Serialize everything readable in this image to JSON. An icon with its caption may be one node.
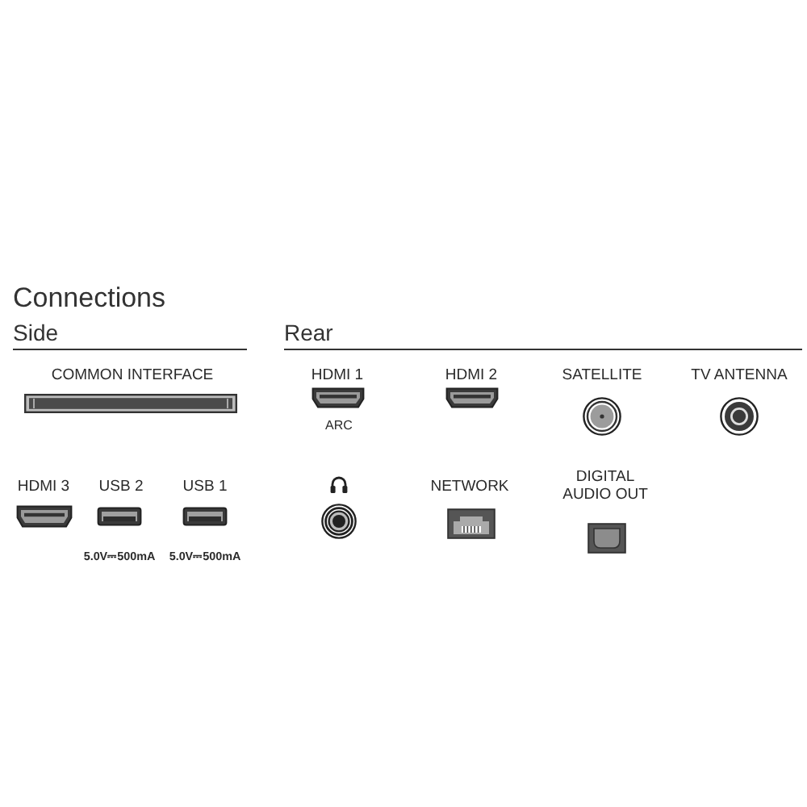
{
  "diagram": {
    "title": "Connections",
    "labels": [
      "Side",
      "Rear",
      "COMMON INTERFACE",
      "HDMI 1",
      "HDMI 2",
      "SATELLITE",
      "TV ANTENNA",
      "ARC",
      "HDMI 3",
      "USB 2",
      "USB 1",
      "NETWORK",
      "DIGITAL AUDIO OUT",
      "5.0V⎓500mA",
      "5.0V⎓500mA"
    ]
  }
}
